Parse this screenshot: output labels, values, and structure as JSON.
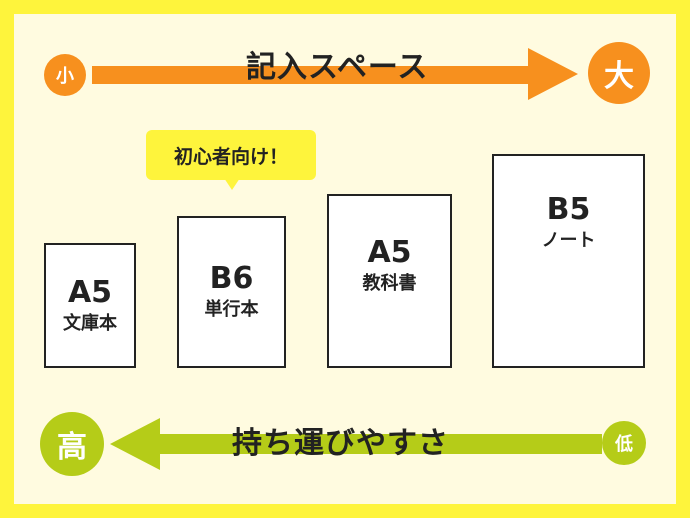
{
  "colors": {
    "outer_frame": "#fef43c",
    "panel": "#fffbe0",
    "top_arrow": "#f7901e",
    "bottom_arrow": "#b5cc18",
    "bubble": "#fef43c"
  },
  "top_scale": {
    "label": "記入スペース",
    "start": "小",
    "end": "大"
  },
  "bottom_scale": {
    "label": "持ち運びやすさ",
    "start": "低",
    "end": "高"
  },
  "recommendation": "初心者向け！",
  "papers": [
    {
      "size": "A5",
      "use": "文庫本"
    },
    {
      "size": "B6",
      "use": "単行本"
    },
    {
      "size": "A5",
      "use": "教科書"
    },
    {
      "size": "B5",
      "use": "ノート"
    }
  ]
}
